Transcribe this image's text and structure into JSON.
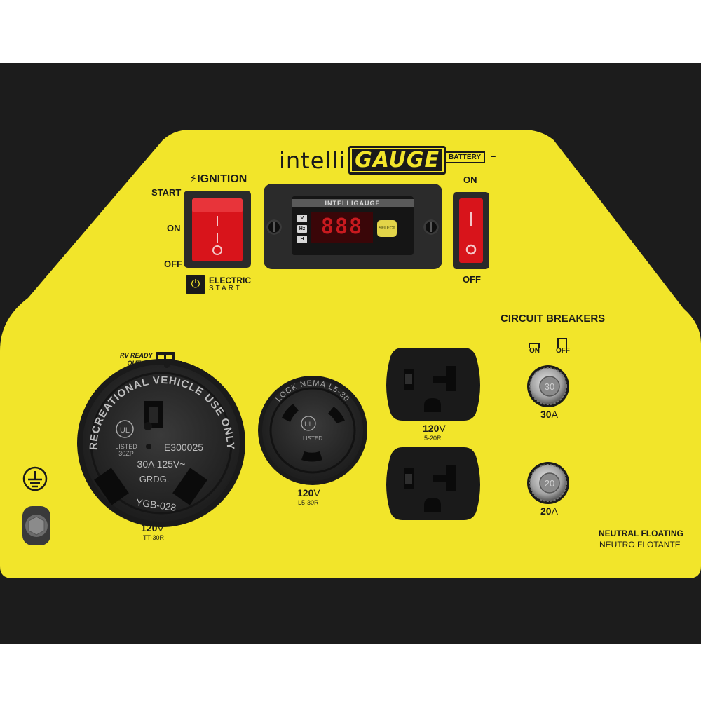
{
  "brand": {
    "prefix": "intelli",
    "name": "GAUGE"
  },
  "battery": {
    "plus": "+",
    "label": "BATTERY",
    "minus": "–",
    "on_label": "ON",
    "off_label": "OFF"
  },
  "ignition": {
    "title": "IGNITION",
    "start": "START",
    "on": "ON",
    "off": "OFF",
    "electric": "ELECTRIC",
    "start_sub": "START"
  },
  "display": {
    "title": "INTELLIGAUGE",
    "digits": "888",
    "units": [
      "V",
      "Hz",
      "H"
    ],
    "button": "SELECT"
  },
  "breakers": {
    "title": "CIRCUIT BREAKERS",
    "on": "ON",
    "off": "OFF",
    "items": [
      {
        "face": "30",
        "rating": "30",
        "unit": "A"
      },
      {
        "face": "20",
        "rating": "20",
        "unit": "A"
      }
    ]
  },
  "rv_outlet": {
    "line1": "RV READY",
    "line2": "OUTLET",
    "ring_text": "RECREATIONAL VEHICLE USE ONLY",
    "ul": "UL",
    "listed": "LISTED",
    "listed_code": "30ZP",
    "file_no": "E300025",
    "rating": "30A  125V~",
    "grdg": "GRDG.",
    "model": "YGB-028",
    "voltage": "120",
    "volt_unit": "V",
    "type": "TT-30R"
  },
  "lock_outlet": {
    "ring_text": "LOCK NEMA L5-30",
    "ul": "UL",
    "listed": "LISTED",
    "voltage": "120",
    "volt_unit": "V",
    "type": "L5-30R"
  },
  "duplex_outlet": {
    "voltage": "120",
    "volt_unit": "V",
    "type": "5-20R"
  },
  "neutral": {
    "english": "NEUTRAL FLOATING",
    "spanish": "NEUTRO FLOTANTE"
  },
  "colors": {
    "panel": "#f2e52a",
    "housing": "#1c1c1c",
    "switch_red": "#d8141b",
    "text": "#1a1a1a"
  }
}
